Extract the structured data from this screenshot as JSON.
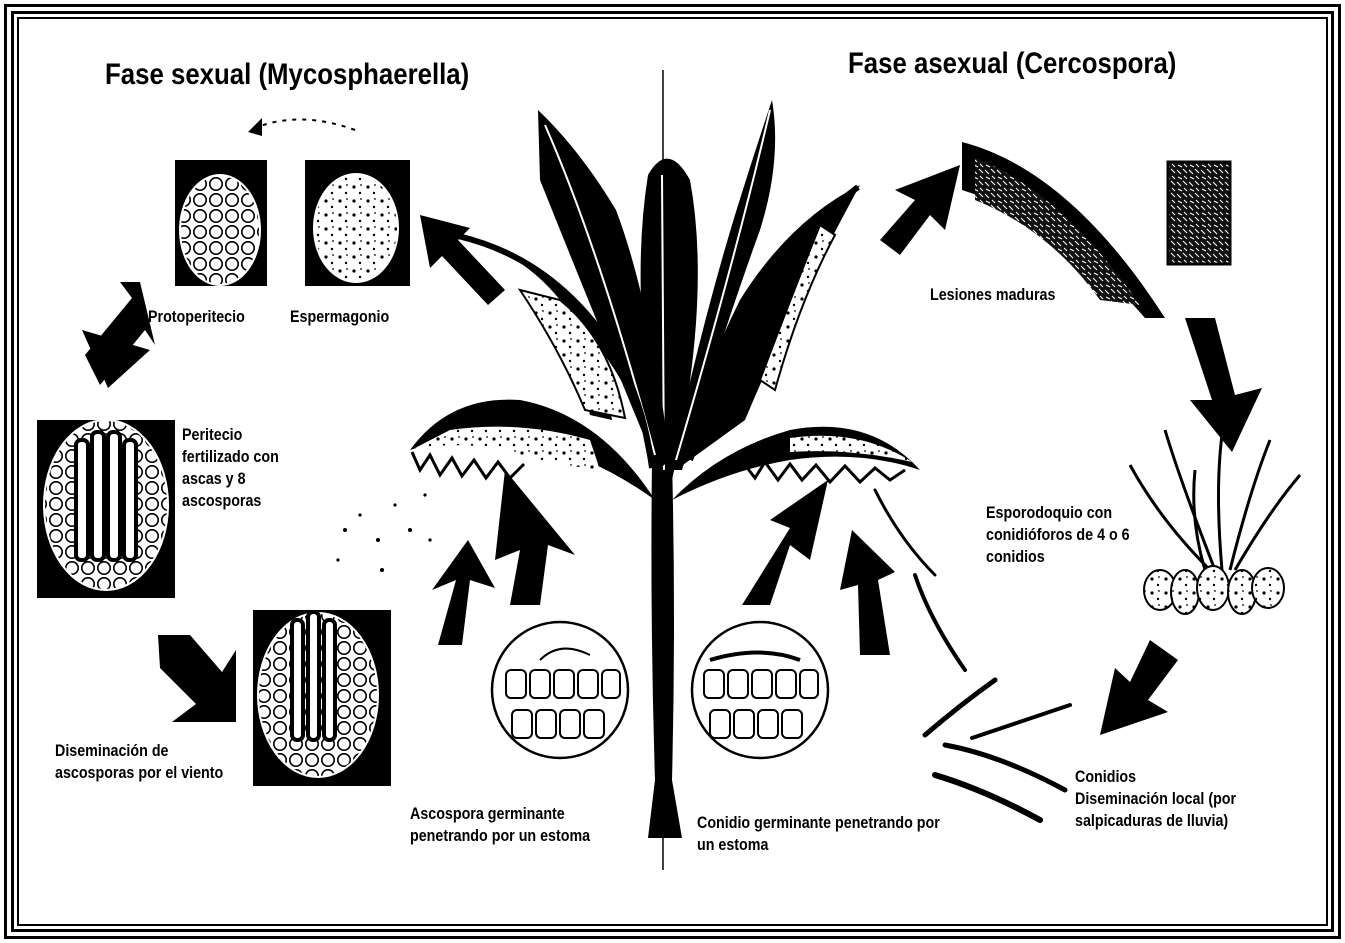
{
  "sexual_phase": {
    "title": "Fase sexual (Mycosphaerella)",
    "labels": {
      "protoperitecio": "Protoperitecio",
      "espermagonio": "Espermagonio",
      "peritecio": [
        "Peritecio",
        "fertilizado con",
        "ascas y 8",
        "ascosporas"
      ],
      "diseminacion": [
        "Diseminación de",
        "ascosporas por el viento"
      ],
      "ascospora": [
        "Ascospora germinante",
        "penetrando por un estoma"
      ]
    }
  },
  "asexual_phase": {
    "title": "Fase asexual (Cercospora)",
    "labels": {
      "lesiones": "Lesiones maduras",
      "esporodoquio": [
        "Esporodoquio con",
        "conidióforos de 4 o 6",
        "conidios"
      ],
      "conidios": [
        "Conidios",
        "Diseminación local (por",
        "salpicaduras de lluvia)"
      ],
      "conidio": [
        "Conidio germinante penetrando por",
        "un estoma"
      ]
    }
  },
  "colors": {
    "ink": "#000000",
    "paper": "#ffffff"
  }
}
